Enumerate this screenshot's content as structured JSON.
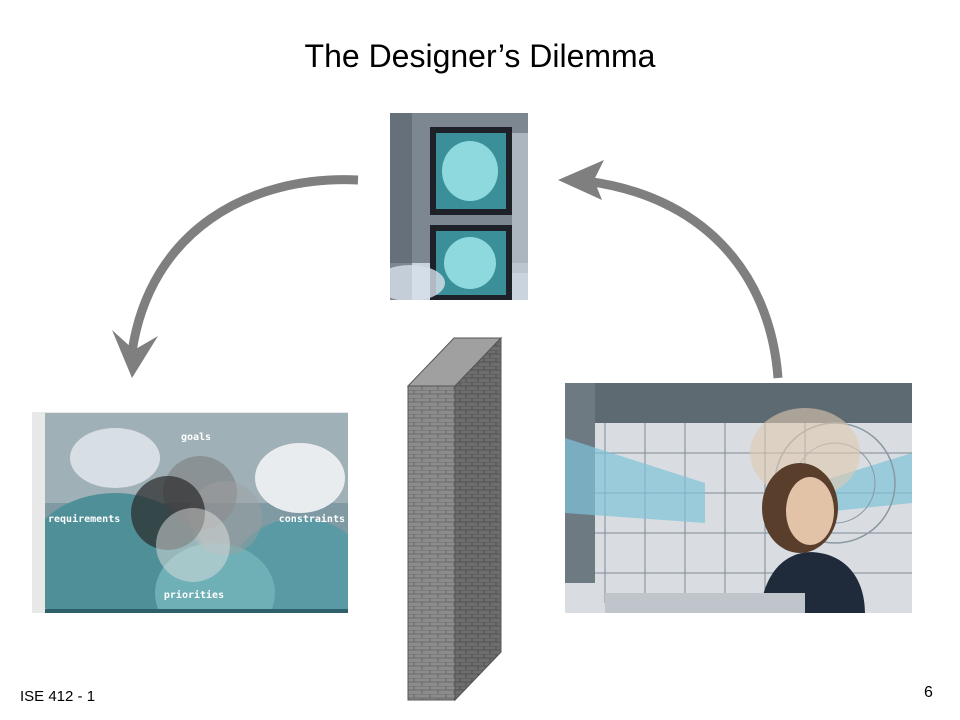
{
  "slide": {
    "title": "The Designer’s Dilemma",
    "footer_left": "ISE 412 - 1",
    "page_number": "6"
  },
  "venn": {
    "labels": {
      "top": "goals",
      "left": "requirements",
      "right": "constraints",
      "bottom": "priorities"
    }
  },
  "images": {
    "top": "medical-monitors-photo",
    "bottom_left": "surgeons-photo",
    "bottom_right": "engineer-blueprint-photo",
    "wall": "brick-wall"
  },
  "colors": {
    "arrow": "#7f7f7f",
    "wall_front": "#8c8c8c",
    "wall_side": "#6e6e6e",
    "scrub_teal": "#5a9aa4"
  }
}
